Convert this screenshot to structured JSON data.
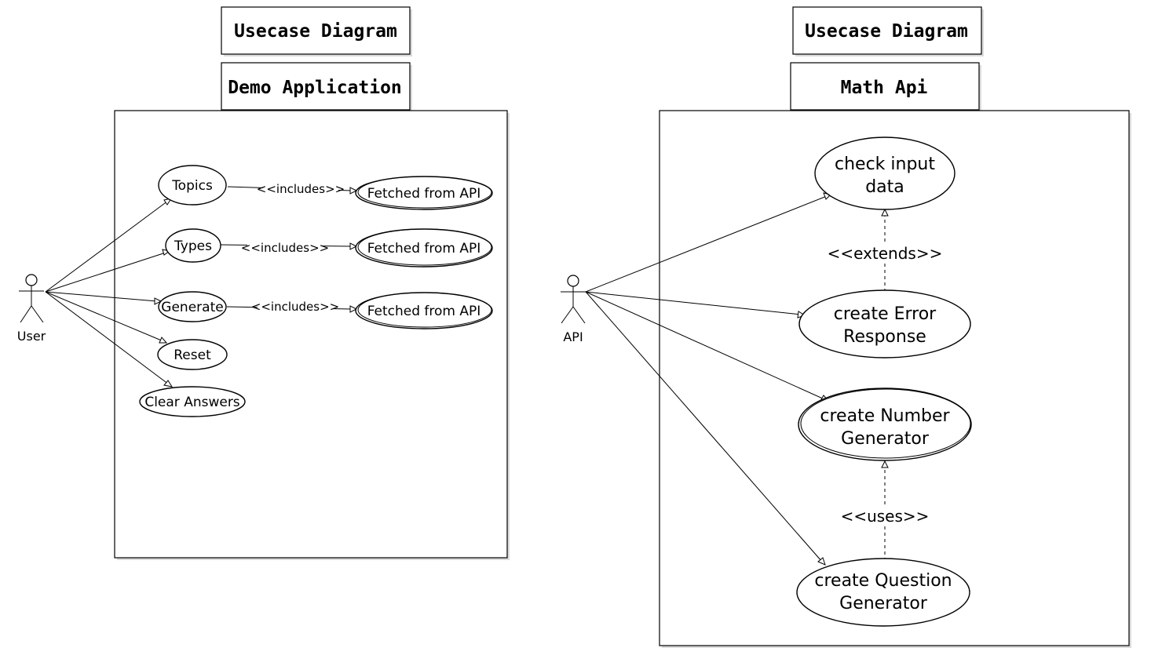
{
  "left": {
    "title": "Usecase Diagram",
    "subtitle": "Demo Application",
    "actor": "User",
    "usecases": {
      "topics": "Topics",
      "types": "Types",
      "generate": "Generate",
      "reset": "Reset",
      "clear": "Clear Answers",
      "fetched1": "Fetched from API",
      "fetched2": "Fetched from API",
      "fetched3": "Fetched from API"
    },
    "relations": {
      "includes1": "<<includes>>",
      "includes2": "<<includes>>",
      "includes3": "<<includes>>"
    }
  },
  "right": {
    "title": "Usecase Diagram",
    "subtitle": "Math Api",
    "actor": "API",
    "usecases": {
      "check": [
        "check input",
        "data"
      ],
      "error": [
        "create Error",
        "Response"
      ],
      "number": [
        "create Number",
        "Generator"
      ],
      "question": [
        "create Question",
        "Generator"
      ]
    },
    "relations": {
      "extends": "<<extends>>",
      "uses": "<<uses>>"
    }
  }
}
